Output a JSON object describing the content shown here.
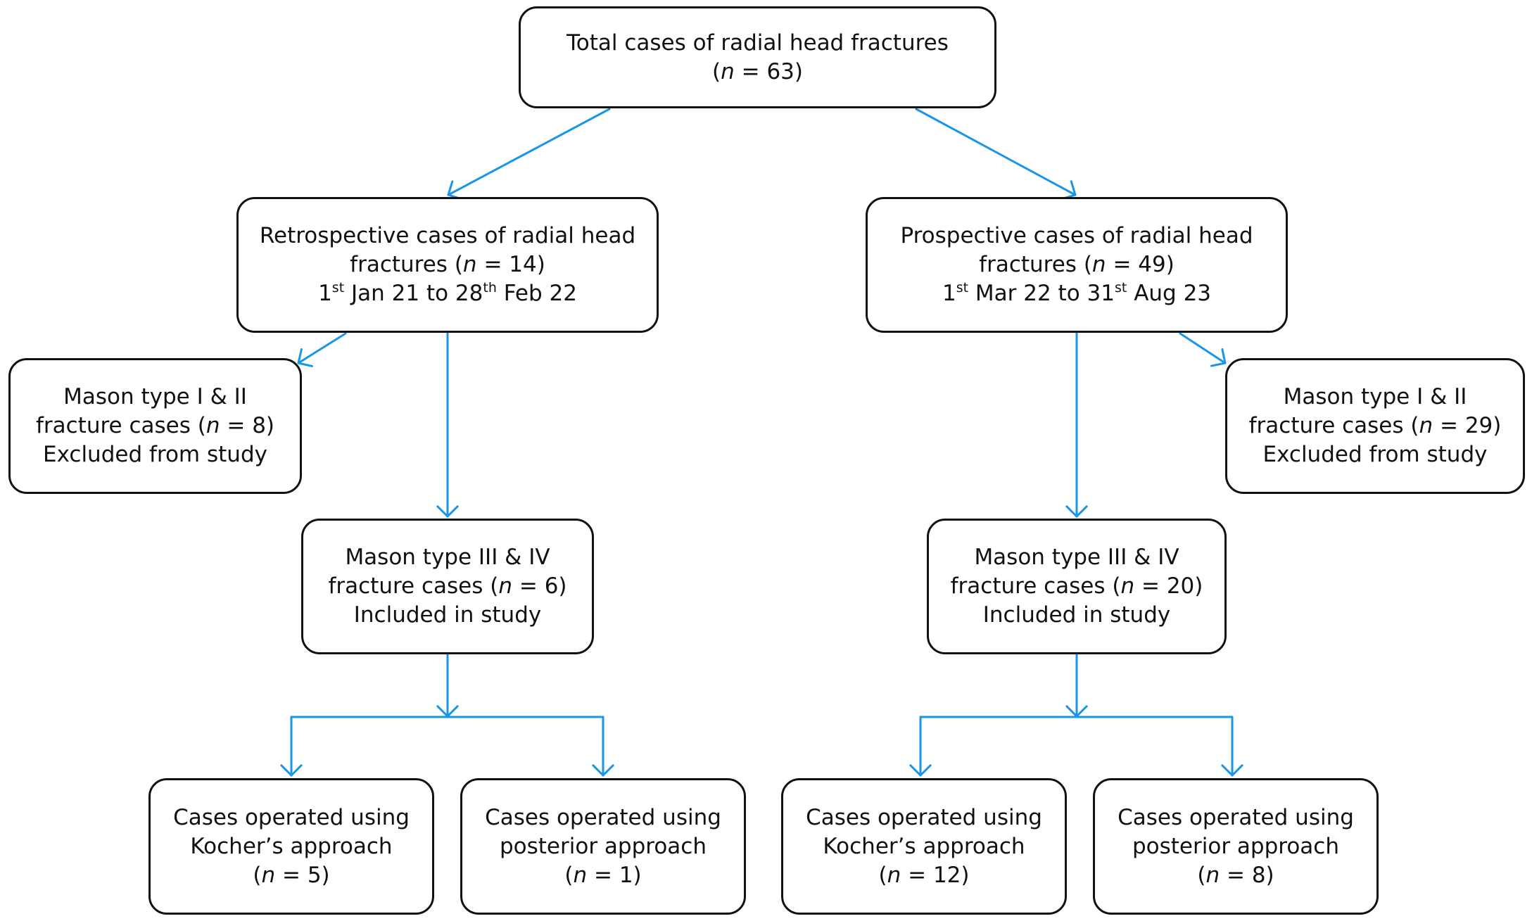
{
  "colors": {
    "arrow": "#1a96e8",
    "box_border": "#111111",
    "text": "#111111"
  },
  "boxes": {
    "total": {
      "line1": "Total cases of radial head fractures",
      "n_symbol": "n",
      "n_value": "= 63)"
    },
    "retro": {
      "line1": "Retrospective cases of radial head",
      "line2_prefix": "fractures (",
      "n_symbol": "n",
      "n_value": "= 14)",
      "date_start_day": "1",
      "date_start_suffix": "st",
      "date_middle": "Jan 21 to 28",
      "date_end_suffix": "th",
      "date_end": "Feb 22"
    },
    "prosp": {
      "line1": "Prospective cases of radial head",
      "line2_prefix": "fractures (",
      "n_symbol": "n",
      "n_value": "= 49)",
      "date_start_day": "1",
      "date_start_suffix": "st",
      "date_middle": "Mar 22 to 31",
      "date_end_suffix": "st",
      "date_end": "Aug 23"
    },
    "retro_excluded": {
      "line1": "Mason type I & II",
      "line2_prefix": "fracture cases (",
      "n_symbol": "n",
      "n_value": "= 8)",
      "line3": "Excluded from study"
    },
    "prosp_excluded": {
      "line1": "Mason type I & II",
      "line2_prefix": "fracture cases (",
      "n_symbol": "n",
      "n_value": "= 29)",
      "line3": "Excluded from study"
    },
    "retro_included": {
      "line1": "Mason type III & IV",
      "line2_prefix": "fracture cases (",
      "n_symbol": "n",
      "n_value": "= 6)",
      "line3": "Included in study"
    },
    "prosp_included": {
      "line1": "Mason type III & IV",
      "line2_prefix": "fracture cases (",
      "n_symbol": "n",
      "n_value": "= 20)",
      "line3": "Included in study"
    },
    "retro_kocher": {
      "line1": "Cases operated using",
      "line2": "Kocher’s approach",
      "n_symbol": "n",
      "n_value": "= 5)"
    },
    "retro_posterior": {
      "line1": "Cases operated using",
      "line2": "posterior approach",
      "n_symbol": "n",
      "n_value": "= 1)"
    },
    "prosp_kocher": {
      "line1": "Cases operated using",
      "line2": "Kocher’s approach",
      "n_symbol": "n",
      "n_value": "= 12)"
    },
    "prosp_posterior": {
      "line1": "Cases operated using",
      "line2": "posterior approach",
      "n_symbol": "n",
      "n_value": "= 8)"
    }
  }
}
